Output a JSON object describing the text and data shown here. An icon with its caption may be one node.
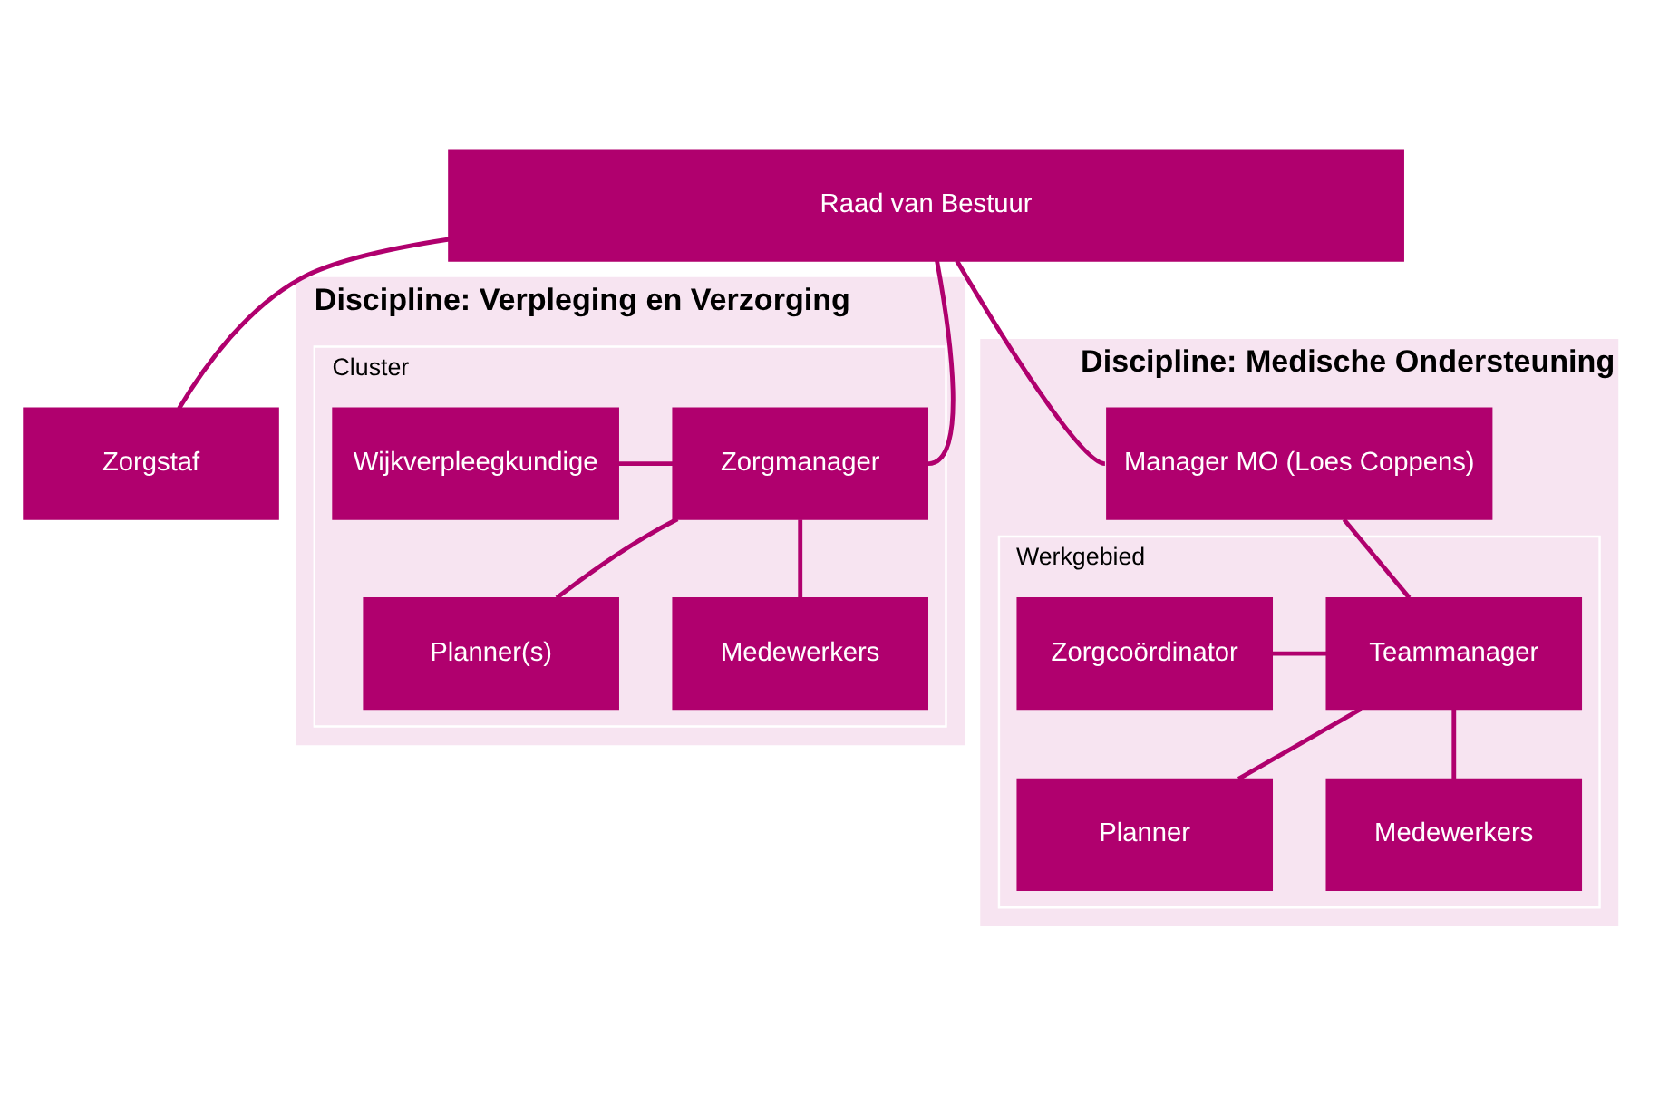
{
  "diagram": {
    "nodes": [
      {
        "text": [
          "Raad van Bestuur"
        ]
      },
      {
        "text": [
          "Zorgstaf"
        ]
      },
      {
        "text": [
          "Discipline: Verpleging en Verzorging"
        ]
      },
      {
        "text": [
          "Cluster"
        ],
        "in": 2
      },
      {
        "text": [
          "Wijkverpleegkundige"
        ],
        "in": 3
      },
      {
        "text": [
          "Zorgmanager"
        ],
        "in": 3
      },
      {
        "text": [
          "Planner(s)"
        ],
        "in": 3
      },
      {
        "text": [
          "Medewerkers"
        ],
        "in": 3
      },
      {
        "text": [
          "Discipline: Medische Ondersteuning"
        ]
      },
      {
        "text": [
          "Manager MO (Loes Coppens)"
        ],
        "in": 8
      },
      {
        "text": [
          "Werkgebied"
        ],
        "in": 8
      },
      {
        "text": [
          "Zorgcoördinator"
        ],
        "in": 10
      },
      {
        "text": [
          "Teammanager"
        ],
        "in": 10
      },
      {
        "text": [
          "Planner"
        ],
        "in": 10
      },
      {
        "text": [
          "Medewerkers"
        ],
        "in": 10
      }
    ],
    "edges": [
      {
        "from": 0,
        "to": 1,
        "arrow": "none"
      },
      {
        "from": 0,
        "to": 5,
        "arrow": "none"
      },
      {
        "from": 0,
        "to": 9,
        "arrow": "none"
      },
      {
        "from": 4,
        "to": 5,
        "arrow": "none"
      },
      {
        "from": 5,
        "to": 6,
        "arrow": "none"
      },
      {
        "from": 5,
        "to": 7,
        "arrow": "none"
      },
      {
        "from": 9,
        "to": 12,
        "arrow": "none"
      },
      {
        "from": 11,
        "to": 12,
        "arrow": "none"
      },
      {
        "from": 12,
        "to": 13,
        "arrow": "none"
      },
      {
        "from": 12,
        "to": 14,
        "arrow": "none"
      }
    ]
  }
}
